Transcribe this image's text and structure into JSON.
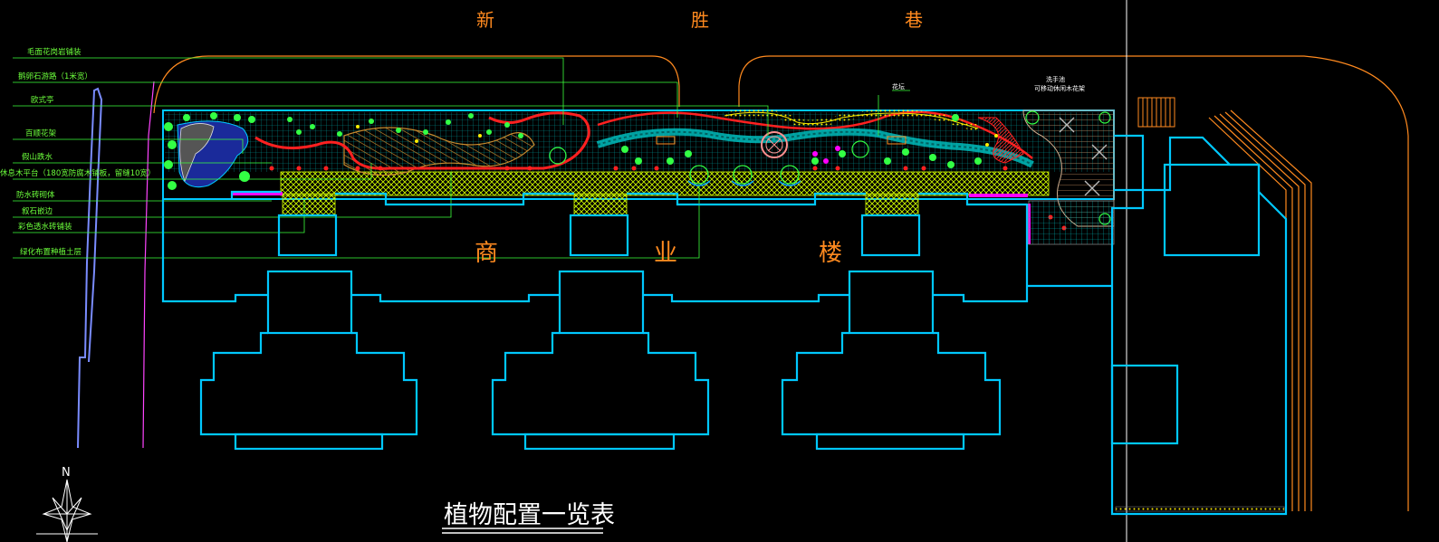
{
  "street": {
    "chars": [
      "新",
      "胜",
      "巷"
    ]
  },
  "building": {
    "chars": [
      "商",
      "业",
      "楼"
    ]
  },
  "legend_labels": [
    "毛面花岗岩铺装",
    "鹅卵石游路（1米宽）",
    "欧式亭",
    "百顺花架",
    "假山跌水",
    "休息木平台（180宽防腐木铺板，留缝10宽）",
    "防水砖砌体",
    "叙石嵌边",
    "彩色透水砖铺装",
    "绿化布置种植土层"
  ],
  "top_notes": {
    "center": "花坛",
    "right_1": "洗手池",
    "right_2": "可移动休闲木花架"
  },
  "north_label": "N",
  "table_title": "植物配置一览表",
  "colors": {
    "building_outline": "#00c8ff",
    "street_orange": "#ff8a1f",
    "leader_green": "#3cff3c",
    "hatch_yellow": "#d4ff00",
    "hatch_cyan": "#00c8c8",
    "shrub_red": "#ff2020",
    "accent_magenta": "#ff00ff"
  }
}
